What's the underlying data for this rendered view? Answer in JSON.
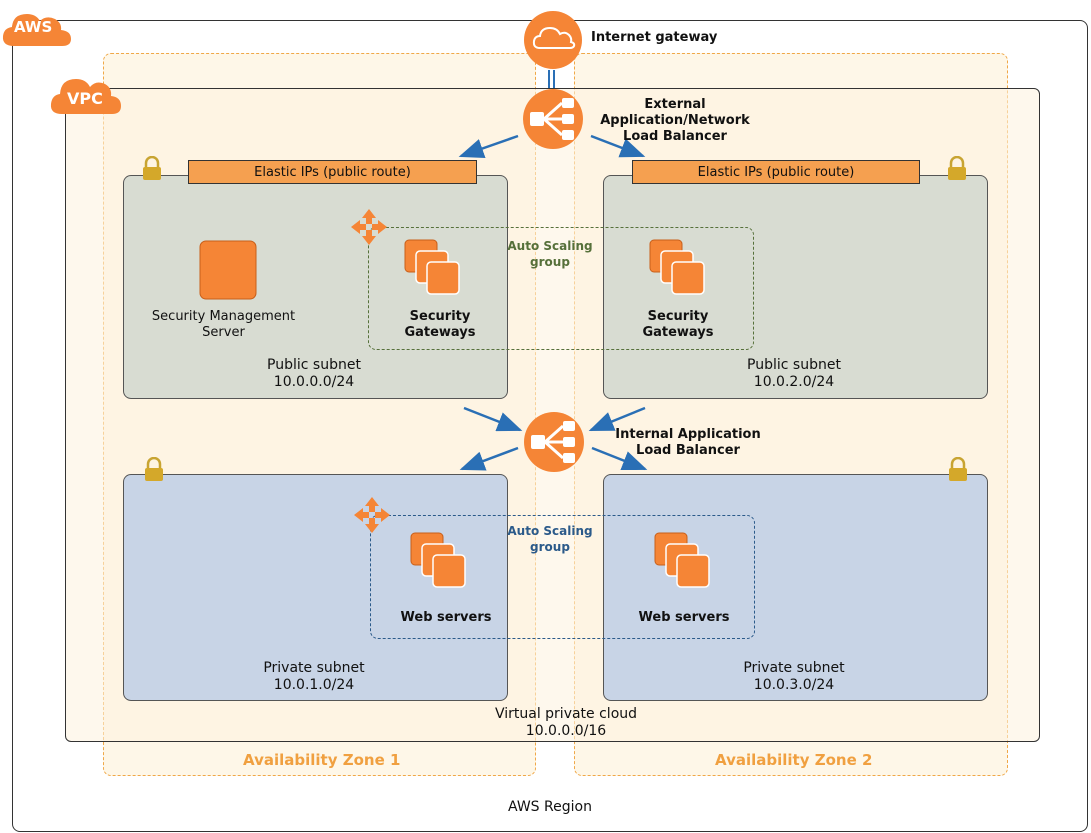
{
  "badges": {
    "aws": "AWS",
    "vpc": "VPC"
  },
  "region": {
    "label": "AWS Region"
  },
  "availability_zones": [
    "Availability Zone 1",
    "Availability Zone 2"
  ],
  "vpc": {
    "line1": "Virtual private cloud",
    "line2": "10.0.0.0/16"
  },
  "internet_gateway": {
    "label": "Internet gateway"
  },
  "external_lb": {
    "line1": "External",
    "line2": "Application/Network",
    "line3": "Load Balancer"
  },
  "internal_lb": {
    "line1": "Internal Application",
    "line2": "Load Balancer"
  },
  "elastic_ips": [
    "Elastic IPs (public route)",
    "Elastic IPs (public route)"
  ],
  "auto_scaling_groups": [
    {
      "line1": "Auto Scaling",
      "line2": "group"
    },
    {
      "line1": "Auto Scaling",
      "line2": "group"
    }
  ],
  "security_management_server": {
    "line1": "Security Management",
    "line2": "Server"
  },
  "security_gateways": [
    {
      "line1": "Security",
      "line2": "Gateways"
    },
    {
      "line1": "Security",
      "line2": "Gateways"
    }
  ],
  "web_servers": [
    "Web servers",
    "Web servers"
  ],
  "subnets": [
    {
      "name": "Public subnet",
      "cidr": "10.0.0.0/24"
    },
    {
      "name": "Public subnet",
      "cidr": "10.0.2.0/24"
    },
    {
      "name": "Private subnet",
      "cidr": "10.0.1.0/24"
    },
    {
      "name": "Private subnet",
      "cidr": "10.0.3.0/24"
    }
  ],
  "colors": {
    "orange": "#f58536",
    "asg_green": "#56703a",
    "asg_blue": "#2b5a8a",
    "arrow_blue": "#2a6fb5"
  },
  "icons": [
    "cloud-icon",
    "load-balancer-icon",
    "lock-icon",
    "instance-icon",
    "instances-stack-icon",
    "auto-scaling-arrows-icon"
  ]
}
